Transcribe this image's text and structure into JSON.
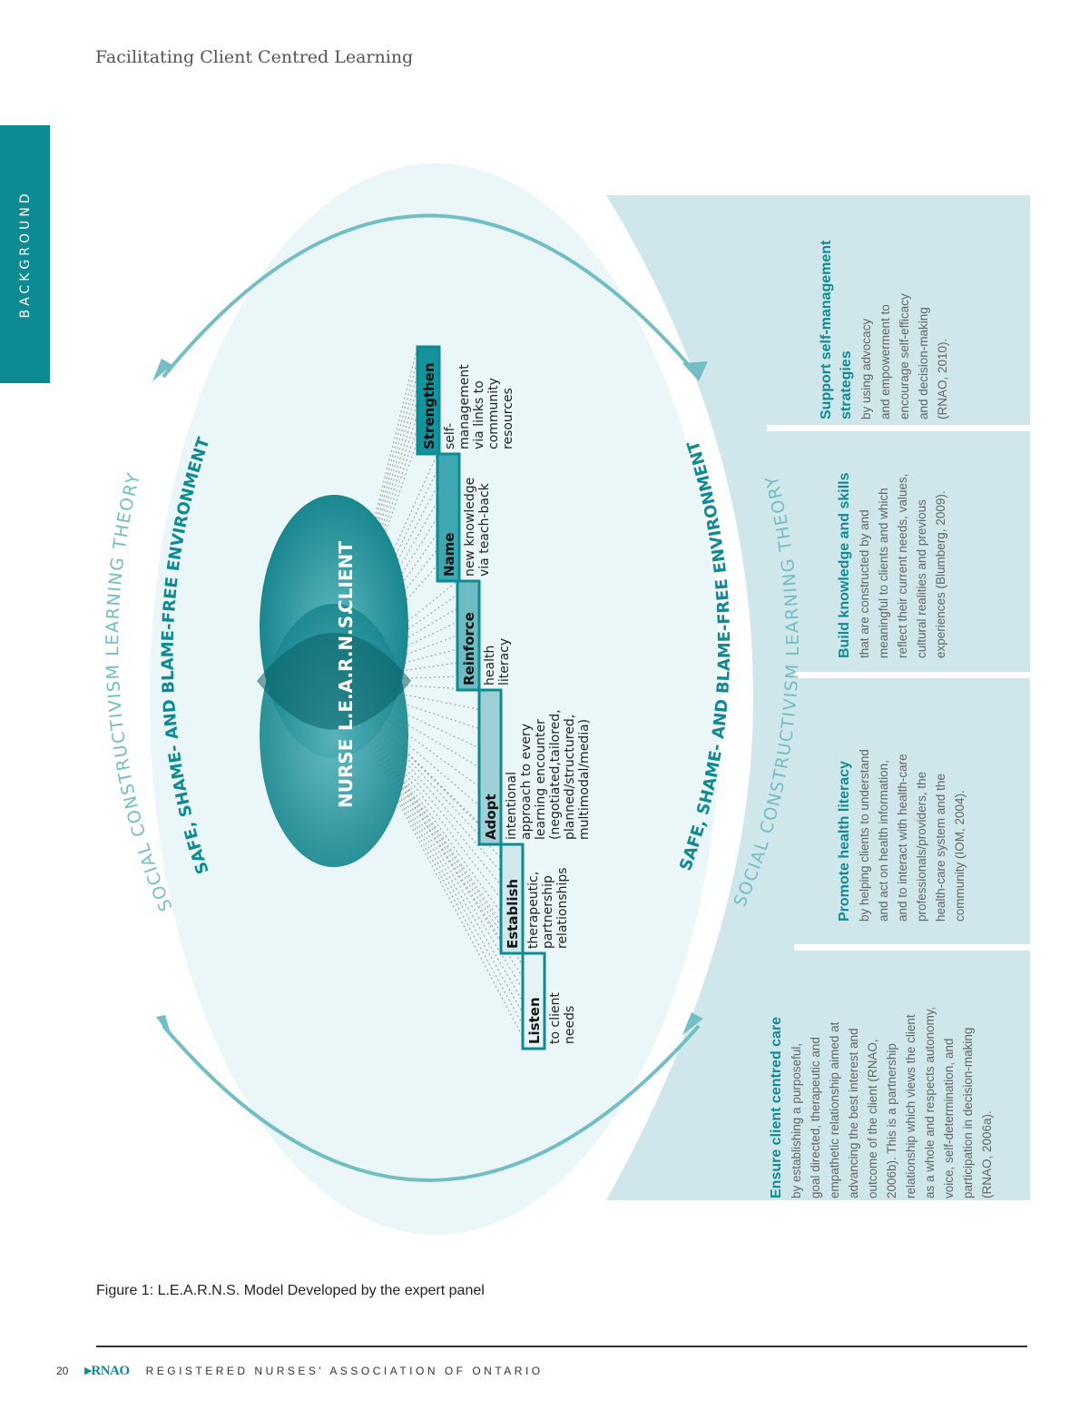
{
  "header": {
    "running_title": "Facilitating Client Centred Learning"
  },
  "side_tab": {
    "label": "BACKGROUND"
  },
  "colors": {
    "teal": "#0e8a93",
    "light_teal": "#cfe7ea",
    "pale": "#eaf6f7"
  },
  "diagram": {
    "outer_ring_text": "SOCIAL CONSTRUCTIVISM LEARNING THEORY",
    "inner_ring_text": "SAFE, SHAME- AND BLAME-FREE ENVIRONMENT",
    "venn": {
      "left": "NURSE",
      "center": "L.E.A.R.N.S.",
      "right": "CLIENT"
    },
    "steps": [
      {
        "title": "Listen",
        "desc": "to client\nneeds"
      },
      {
        "title": "Establish",
        "desc": "therapeutic,\npartnership\nrelationships"
      },
      {
        "title": "Adopt",
        "desc": "intentional\napproach to every\nlearning encounter\n(negotiated,tailored,\nplanned/structured,\nmultimodal/media)"
      },
      {
        "title": "Reinforce",
        "desc": "health\nliteracy"
      },
      {
        "title": "Name",
        "desc": "new knowledge\nvia teach-back"
      },
      {
        "title": "Strengthen",
        "desc": "self-\nmanagement\nvia links to\ncommunity\nresources"
      }
    ]
  },
  "panels": [
    {
      "title": "Ensure client centred care",
      "body": "by establishing a purposeful,\ngoal directed, therapeutic and\nempathetic relationship aimed at\nadvancing the best interest and\noutcome of the client (RNAO,\n2006b). This is a partnership\nrelationship which views the client\nas a whole and respects autonomy,\nvoice, self-determination, and\nparticipation in decision-making\n(RNAO, 2006a)."
    },
    {
      "title": "Promote health literacy",
      "body": "by helping clients to understand\nand act on health information,\nand to interact with health-care\nprofessionals/providers, the\nhealth-care system and the\ncommunity (IOM, 2004)."
    },
    {
      "title": "Build knowledge and skills",
      "body": "that are constructed by and\nmeaningful to clients and which\nreflect their current needs, values,\ncultural realities and previous\nexperiences (Blumberg, 2009)."
    },
    {
      "title": "Support self-management strategies",
      "body": "by using advocacy\nand empowerment to\nencourage self-efficacy\nand decision-making\n(RNAO, 2010)."
    }
  ],
  "caption": "Figure 1: L.E.A.R.N.S. Model  Developed by the expert panel",
  "footer": {
    "page_number": "20",
    "logo": "RNAO",
    "org": "REGISTERED NURSES' ASSOCIATION OF ONTARIO"
  }
}
